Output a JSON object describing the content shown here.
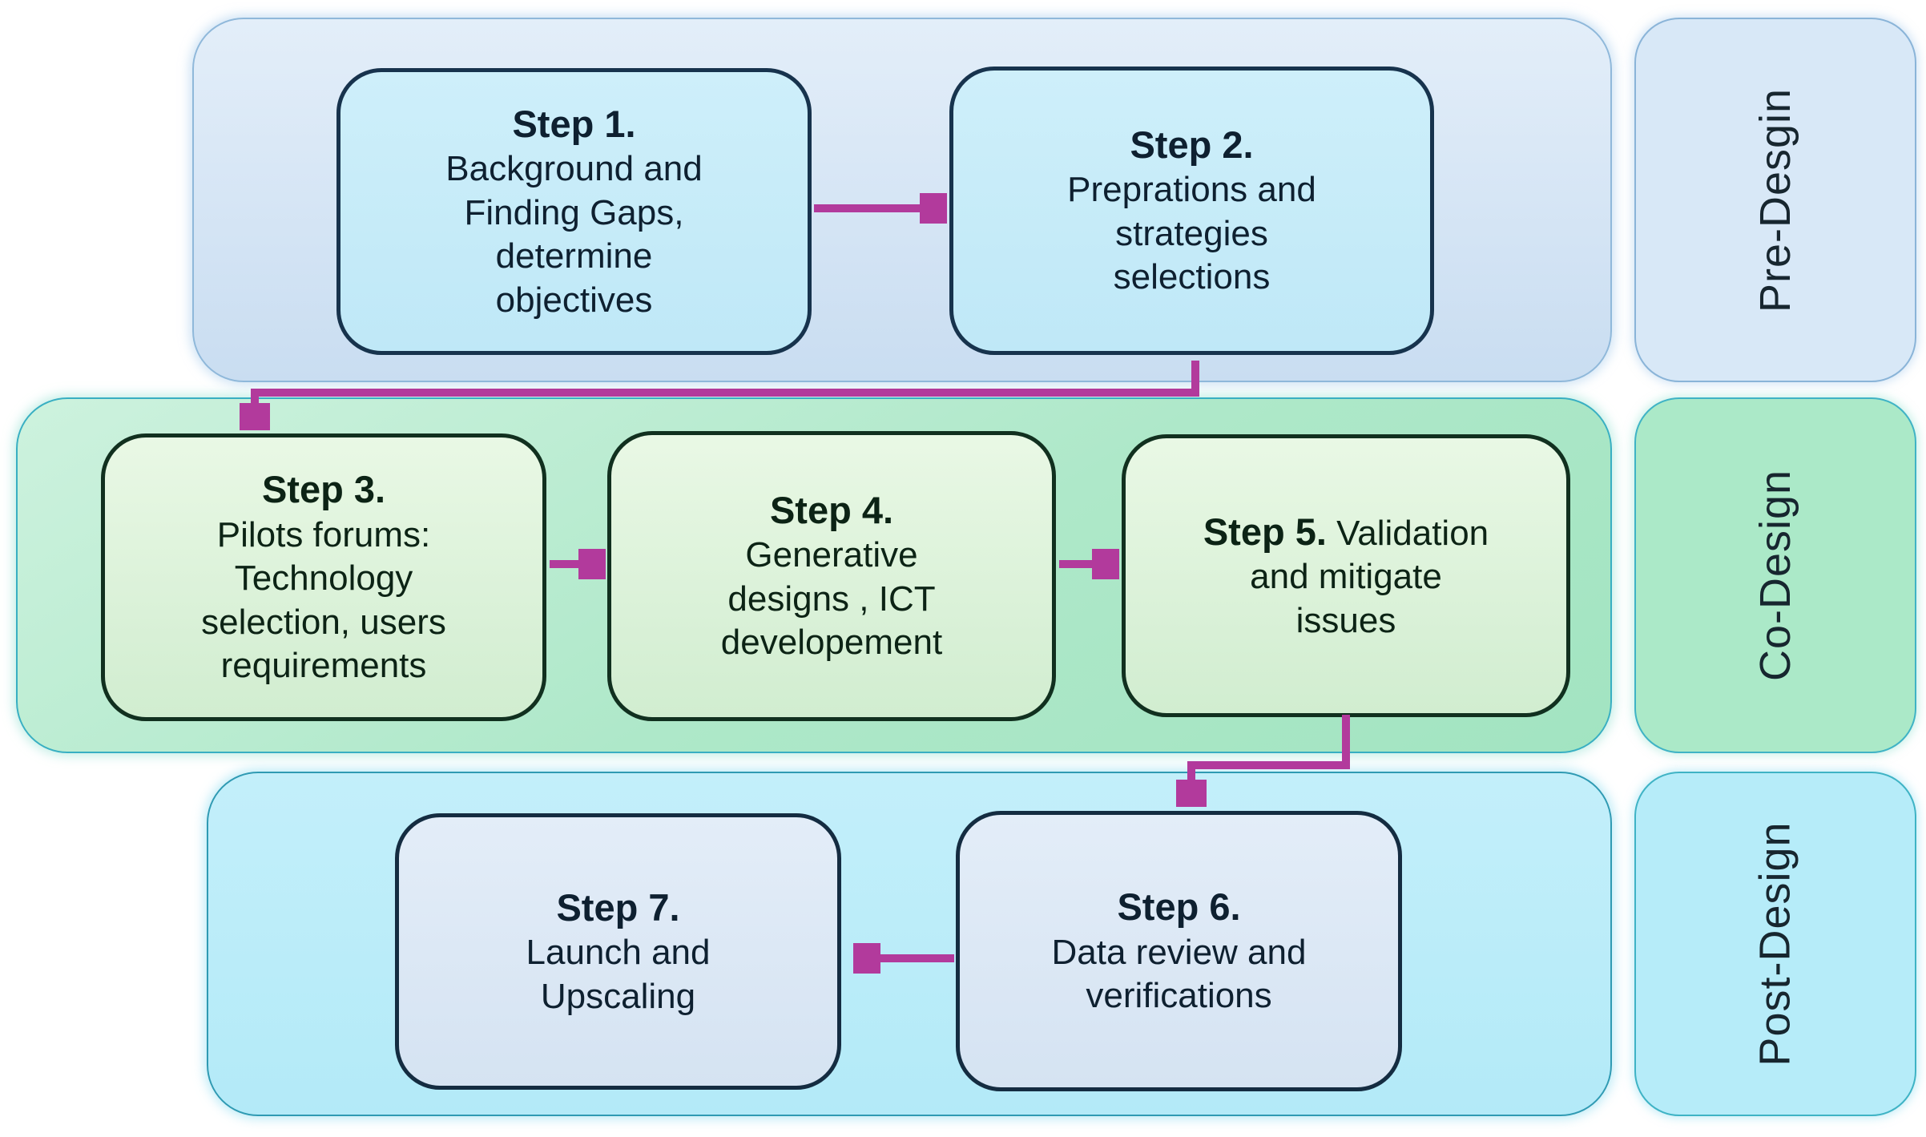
{
  "phases": [
    {
      "label": "Pre-Desgin"
    },
    {
      "label": "Co-Design"
    },
    {
      "label": "Post-Design"
    }
  ],
  "steps": [
    {
      "title": "Step 1.",
      "lines": [
        "Background and",
        "Finding Gaps,",
        "determine",
        "objectives"
      ]
    },
    {
      "title": "Step 2.",
      "lines": [
        "Preprations and",
        "strategies",
        "selections"
      ]
    },
    {
      "title": "Step 3.",
      "lines": [
        "Pilots forums:",
        "Technology",
        "selection, users",
        "requirements"
      ]
    },
    {
      "title": "Step 4.",
      "lines": [
        "Generative",
        "designs , ICT",
        "developement"
      ]
    },
    {
      "title": "Step 5.",
      "title_suffix": " Validation",
      "lines": [
        "and mitigate",
        "issues"
      ]
    },
    {
      "title": "Step 6.",
      "lines": [
        "Data review and",
        "verifications"
      ]
    },
    {
      "title": "Step 7.",
      "lines": [
        "Launch and",
        "Upscaling"
      ]
    }
  ],
  "connections": [
    {
      "from": "Step 1",
      "to": "Step 2"
    },
    {
      "from": "Step 2",
      "to": "Step 3"
    },
    {
      "from": "Step 3",
      "to": "Step 4"
    },
    {
      "from": "Step 4",
      "to": "Step 5"
    },
    {
      "from": "Step 5",
      "to": "Step 6"
    },
    {
      "from": "Step 6",
      "to": "Step 7"
    }
  ],
  "colors": {
    "arrow": "#b23a9c",
    "pre_band": "#cfe1f2",
    "co_band": "#abe7c6",
    "post_band": "#b8ecf9",
    "blue_box": "#c6ecf9",
    "green_box": "#dcf3da",
    "grey_box": "#dbe7f4",
    "dark_box_border": "#14304a",
    "green_box_border": "#11301f",
    "text": "#0e2030"
  }
}
